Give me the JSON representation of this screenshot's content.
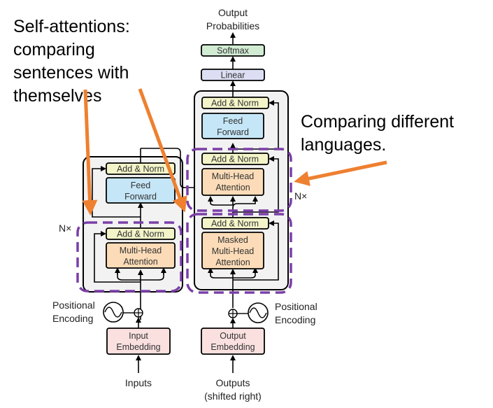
{
  "annotations": {
    "self_attention": [
      "Self-attentions:",
      "comparing",
      "sentences with",
      "themselves"
    ],
    "cross_attention": [
      "Comparing different",
      "languages."
    ]
  },
  "colors": {
    "add_norm": "#f3f5c8",
    "feed_forward": "#c5e6f7",
    "attention": "#fcdcb8",
    "embedding": "#fbe0e0",
    "softmax": "#d2ecd4",
    "linear": "#dcdff3",
    "block_bg": "#f2f2f2",
    "dashed_highlight": "#7b3fa8",
    "arrow_annotation": "#ee8030"
  },
  "encoder": {
    "repeat_label": "N×",
    "add_norm_top": "Add & Norm",
    "feed_forward": [
      "Feed",
      "Forward"
    ],
    "add_norm_bottom": "Add & Norm",
    "attention": [
      "Multi-Head",
      "Attention"
    ],
    "positional_encoding": [
      "Positional",
      "Encoding"
    ],
    "embedding": [
      "Input",
      "Embedding"
    ],
    "input_label": "Inputs"
  },
  "decoder": {
    "repeat_label": "N×",
    "output_label": [
      "Output",
      "Probabilities"
    ],
    "softmax": "Softmax",
    "linear": "Linear",
    "add_norm_top": "Add & Norm",
    "feed_forward": [
      "Feed",
      "Forward"
    ],
    "add_norm_mid": "Add & Norm",
    "cross_attention": [
      "Multi-Head",
      "Attention"
    ],
    "add_norm_bottom": "Add & Norm",
    "masked_attention": [
      "Masked",
      "Multi-Head",
      "Attention"
    ],
    "positional_encoding": [
      "Positional",
      "Encoding"
    ],
    "embedding": [
      "Output",
      "Embedding"
    ],
    "input_label": [
      "Outputs",
      "(shifted right)"
    ]
  }
}
